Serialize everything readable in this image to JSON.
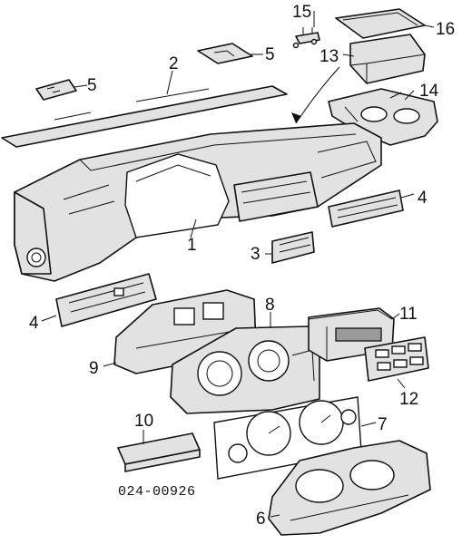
{
  "diagram": {
    "callouts": [
      {
        "id": "c1",
        "text": "1"
      },
      {
        "id": "c2",
        "text": "2"
      },
      {
        "id": "c3",
        "text": "3"
      },
      {
        "id": "c4a",
        "text": "4"
      },
      {
        "id": "c4b",
        "text": "4"
      },
      {
        "id": "c5a",
        "text": "5"
      },
      {
        "id": "c5b",
        "text": "5"
      },
      {
        "id": "c6",
        "text": "6"
      },
      {
        "id": "c7",
        "text": "7"
      },
      {
        "id": "c8",
        "text": "8"
      },
      {
        "id": "c9",
        "text": "9"
      },
      {
        "id": "c10",
        "text": "10"
      },
      {
        "id": "c11",
        "text": "11"
      },
      {
        "id": "c12",
        "text": "12"
      },
      {
        "id": "c13",
        "text": "13"
      },
      {
        "id": "c14",
        "text": "14"
      },
      {
        "id": "c15",
        "text": "15"
      },
      {
        "id": "c16",
        "text": "16"
      }
    ],
    "drawing_code": "024-00926"
  }
}
